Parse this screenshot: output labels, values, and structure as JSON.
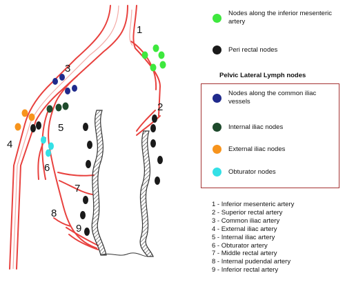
{
  "legend": {
    "inferior_mesenteric": {
      "label": "Nodes along the inferior mesenteric artery",
      "color": "#3ee83e"
    },
    "peri_rectal": {
      "label": "Peri rectal nodes",
      "color": "#1a1a1a"
    },
    "pelvic_title": "Pelvic Lateral Lymph nodes",
    "common_iliac": {
      "label": "Nodes along the common iliac vessels",
      "color": "#1f2a8c"
    },
    "internal_iliac": {
      "label": "Internal iliac nodes",
      "color": "#1e4a2c"
    },
    "external_iliac": {
      "label": "External iliac nodes",
      "color": "#f7941d"
    },
    "obturator": {
      "label": "Obturator nodes",
      "color": "#34e0e6"
    }
  },
  "diagram_numbers": [
    "1",
    "2",
    "3",
    "4",
    "5",
    "6",
    "7",
    "8",
    "9"
  ],
  "numbered_list": [
    "1 - Inferior mesenteric artery",
    "2 - Superior rectal artery",
    "3 - Common iliac artery",
    "4 - External iliac artery",
    "5 - Internal iliac artery",
    "6 - Obturator artery",
    "7 - Middle rectal artery",
    "8 - Internal pudendal artery",
    "9 - Inferior rectal  artery"
  ],
  "colors": {
    "artery": "#e8413e",
    "artery_light": "#f4aaa6",
    "box_border": "#a43232"
  }
}
